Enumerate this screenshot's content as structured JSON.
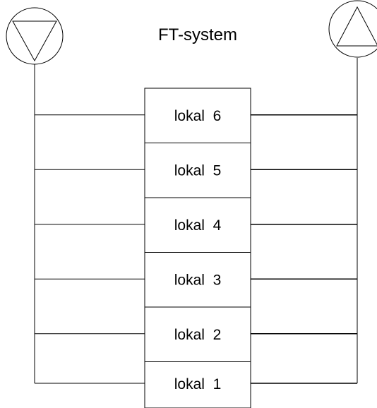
{
  "title": "FT-system",
  "rooms": [
    {
      "label": "lokal  6"
    },
    {
      "label": "lokal  5"
    },
    {
      "label": "lokal  4"
    },
    {
      "label": "lokal  3"
    },
    {
      "label": "lokal  2"
    },
    {
      "label": "lokal  1"
    }
  ],
  "fans": [
    {
      "side": "left",
      "symbol": "triangle-down"
    },
    {
      "side": "right",
      "symbol": "triangle-up"
    }
  ],
  "colors": {
    "line": "#000000",
    "background": "#ffffff"
  }
}
